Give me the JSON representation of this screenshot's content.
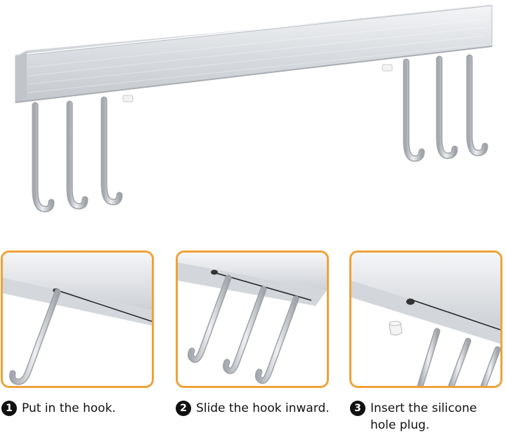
{
  "steps": [
    {
      "number": "1",
      "text": "Put in the hook."
    },
    {
      "number": "2",
      "text": "Slide the hook inward."
    },
    {
      "number": "3",
      "text": "Insert the silicone hole plug."
    }
  ],
  "colors": {
    "panel_border": "#f0a13a",
    "metal_light": "#f2f3f5",
    "metal_mid": "#c9ccd1",
    "metal_dark": "#9a9ea5",
    "step_badge": "#111111"
  }
}
